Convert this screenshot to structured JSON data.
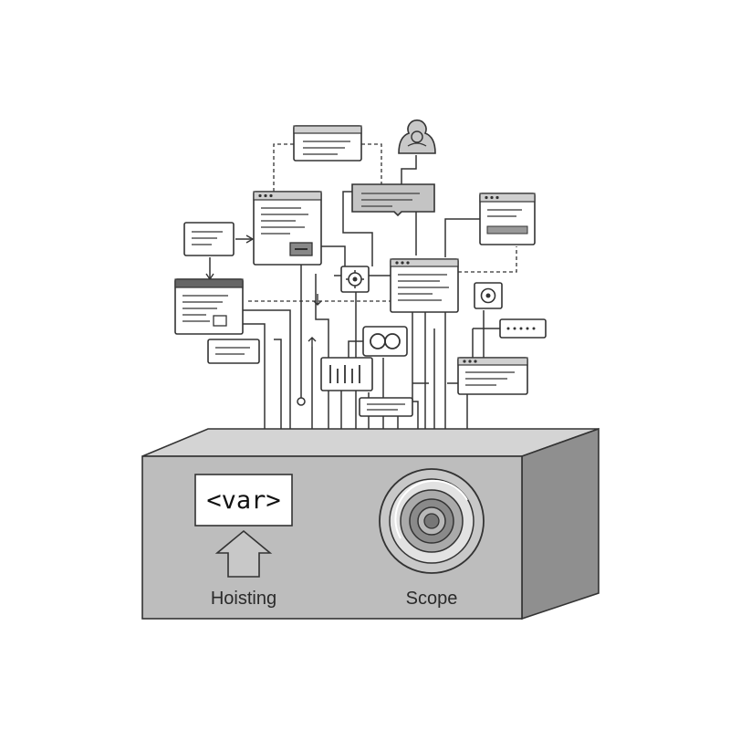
{
  "box": {
    "code_tag": "<var>",
    "left_label": "Hoisting",
    "right_label": "Scope"
  },
  "colors": {
    "box_front": "#bdbdbd",
    "box_top": "#d4d4d4",
    "box_side": "#8f8f8f",
    "stroke": "#333333"
  },
  "icons": [
    "user-icon",
    "target-icon",
    "gear-icon",
    "double-circle-icon",
    "arrow-up-icon",
    "arrow-down-icon"
  ]
}
